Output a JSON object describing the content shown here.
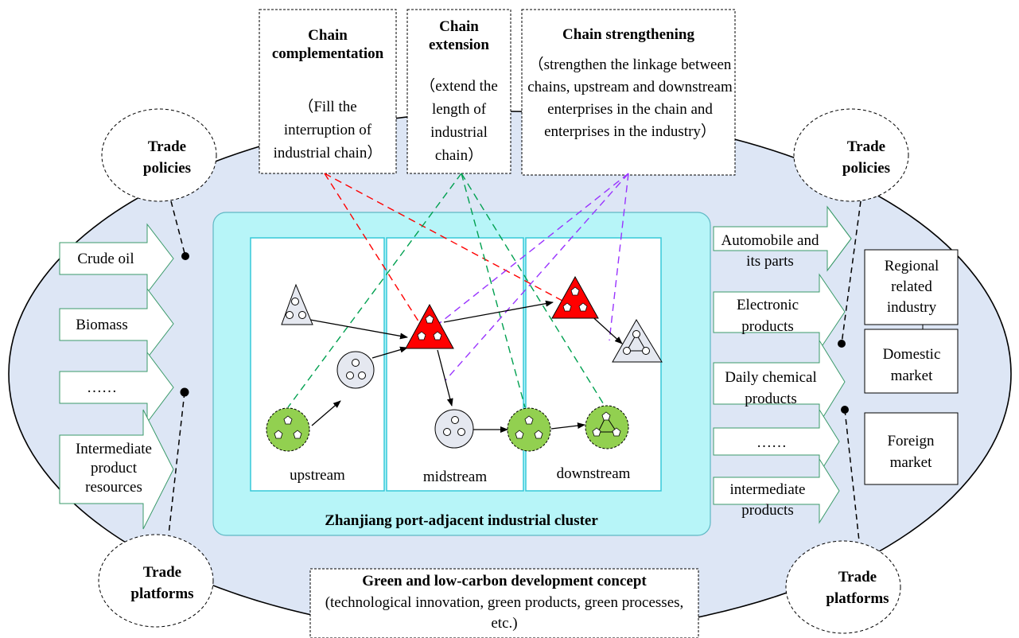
{
  "chain_boxes": {
    "complementation": {
      "title": "Chain complementation",
      "desc": "（Fill the interruption of industrial chain）"
    },
    "extension": {
      "title": "Chain extension",
      "desc": "（extend the length of industrial chain）"
    },
    "strengthening": {
      "title": "Chain strengthening",
      "desc": "（strengthen the linkage between chains, upstream and downstream enterprises in the chain and enterprises in the industry）"
    }
  },
  "ellipses": {
    "left_top": "Trade policies",
    "left_bottom": "Trade platforms",
    "right_top": "Trade policies",
    "right_bottom": "Trade platforms"
  },
  "inputs": [
    "Crude oil",
    "Biomass",
    "……",
    "Intermediate product resources"
  ],
  "outputs": [
    "Automobile and its parts",
    "Electronic products",
    "Daily chemical products",
    "……",
    "intermediate products"
  ],
  "markets": [
    "Regional related industry",
    "Domestic market",
    "Foreign market"
  ],
  "stages": [
    "upstream",
    "midstream",
    "downstream"
  ],
  "cluster_title": "Zhanjiang port-adjacent industrial cluster",
  "concept": {
    "title": "Green and low-carbon development concept",
    "desc": "(technological innovation, green products, green processes, etc.)"
  },
  "colors": {
    "ellipse_fill": "#dde6f5",
    "cluster_fill": "#b7f5f8",
    "red": "#ff0000",
    "green": "#92d050",
    "grey": "#e5e8f0",
    "dash_red": "#ff0000",
    "dash_green": "#00a050",
    "dash_purple": "#9933ff"
  }
}
